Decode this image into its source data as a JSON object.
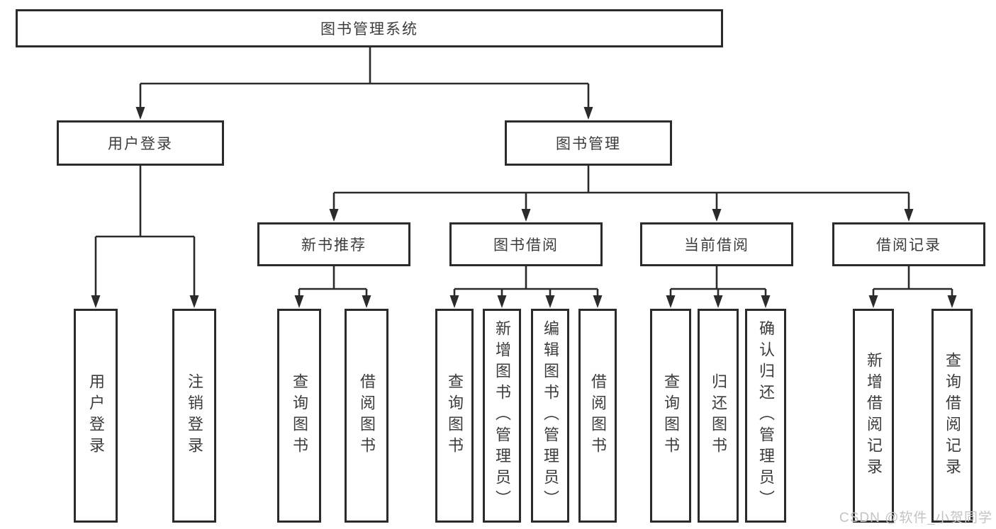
{
  "nodes": {
    "root": "图书管理系统",
    "login": {
      "label": "用户登录",
      "children": [
        "用户登录",
        "注销登录"
      ]
    },
    "mgmt": {
      "label": "图书管理",
      "groups": [
        {
          "label": "新书推荐",
          "children": [
            "查询图书",
            "借阅图书"
          ]
        },
        {
          "label": "图书借阅",
          "children": [
            "查询图书",
            "新增图书（管理员）",
            "编辑图书（管理员）",
            "借阅图书"
          ]
        },
        {
          "label": "当前借阅",
          "children": [
            "查询图书",
            "归还图书",
            "确认归还（管理员）"
          ]
        },
        {
          "label": "借阅记录",
          "children": [
            "新增借阅记录",
            "查询借阅记录"
          ]
        }
      ]
    }
  },
  "watermark": "CSDN @软件_小贺同学",
  "colors": {
    "line": "#2b2b2b",
    "text": "#3c3c3c",
    "watermark": "#c3c3c3",
    "background": "#ffffff"
  }
}
